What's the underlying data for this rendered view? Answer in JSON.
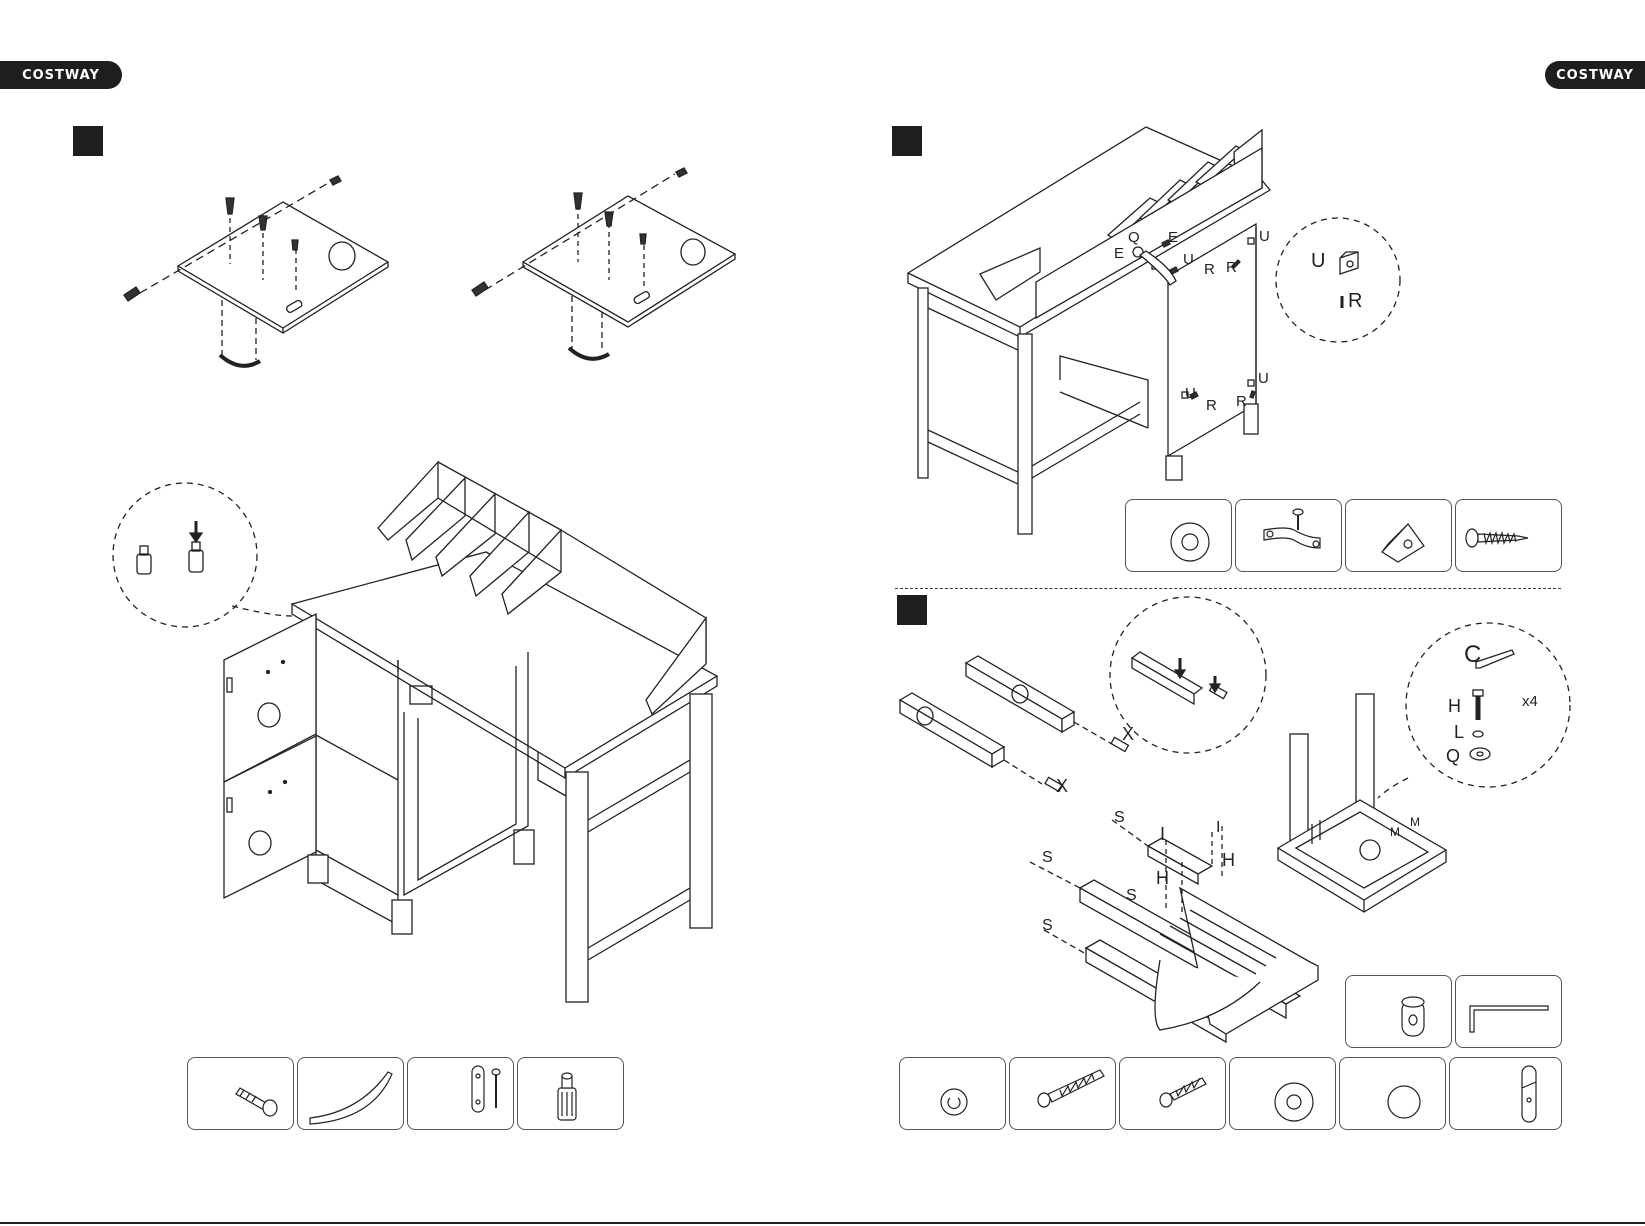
{
  "header": {
    "brand_left": "COSTWAY",
    "brand_right": "COSTWAY"
  },
  "steps": [
    {
      "id": "step-a",
      "number": ""
    },
    {
      "id": "step-b",
      "number": ""
    },
    {
      "id": "step-c",
      "number": ""
    }
  ],
  "labels": {
    "step_b": {
      "q": "Q",
      "e_top": "E",
      "e_left": "E",
      "u_top_left": "U",
      "r_top_left": "R",
      "r_top_right": "R",
      "u_top_right": "U",
      "u_bottom_left": "U",
      "r_bottom_left": "R",
      "r_bottom_right": "R",
      "u_bottom_right": "U",
      "zoom_u": "U",
      "zoom_r": "R"
    },
    "step_c": {
      "x_upper": "X",
      "x_lower": "X",
      "s_1": "S",
      "s_2": "S",
      "s_3": "S",
      "s_4": "S",
      "i_left": "I",
      "i_right": "I",
      "h_left": "H",
      "h_right": "H",
      "m_1": "M",
      "m_2": "M",
      "zoom_c": "C",
      "zoom_h": "H",
      "zoom_l": "L",
      "zoom_q": "Q",
      "zoom_count": "x4"
    }
  },
  "parts": {
    "step_a": [
      {
        "name": "bolt",
        "icon": "bolt-icon"
      },
      {
        "name": "handle",
        "icon": "handle-icon"
      },
      {
        "name": "hinge-plate",
        "icon": "hinge-plate-icon"
      },
      {
        "name": "cam-dowel",
        "icon": "cam-dowel-icon"
      }
    ],
    "step_b": [
      {
        "name": "washer",
        "icon": "washer-icon"
      },
      {
        "name": "strap-bracket",
        "icon": "strap-bracket-icon"
      },
      {
        "name": "corner-bracket",
        "icon": "corner-bracket-icon"
      },
      {
        "name": "wood-screw",
        "icon": "wood-screw-icon"
      }
    ],
    "step_c": [
      {
        "name": "spring-washer",
        "icon": "spring-washer-icon"
      },
      {
        "name": "long-bolt",
        "icon": "long-bolt-icon"
      },
      {
        "name": "short-bolt",
        "icon": "short-bolt-icon"
      },
      {
        "name": "flat-washer",
        "icon": "flat-washer-icon"
      },
      {
        "name": "cap",
        "icon": "cap-icon"
      },
      {
        "name": "barrel-nut",
        "icon": "barrel-nut-icon"
      },
      {
        "name": "cam-lock",
        "icon": "cam-lock-icon"
      },
      {
        "name": "allen-key",
        "icon": "allen-key-icon"
      }
    ]
  }
}
